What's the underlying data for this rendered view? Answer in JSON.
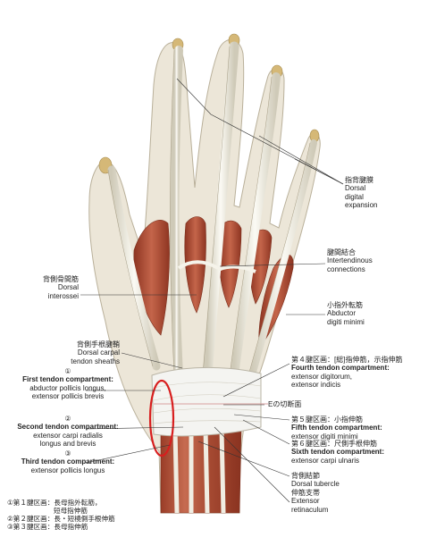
{
  "labels": {
    "dorsal_digital_expansion": {
      "ja": "指背腱膜",
      "en1": "Dorsal",
      "en2": "digital",
      "en3": "expansion"
    },
    "intertendinous_connections": {
      "ja": "腱間結合",
      "en1": "Intertendinous",
      "en2": "connections"
    },
    "dorsal_interossei": {
      "ja": "背側骨間筋",
      "en1": "Dorsal",
      "en2": "interossei"
    },
    "abductor_digiti_minimi": {
      "ja": "小指外転筋",
      "en1": "Abductor",
      "en2": "digiti minimi"
    },
    "dorsal_carpal_tendon_sheaths": {
      "ja": "背側手根腱鞘",
      "en1": "Dorsal carpal",
      "en2": "tendon sheaths"
    },
    "first_compartment": {
      "num": "①",
      "title": "First tendon compartment:",
      "l1": "abductor pollicis longus,",
      "l2": "extensor pollicis brevis"
    },
    "second_compartment": {
      "num": "②",
      "title": "Second tendon compartment:",
      "l1": "extensor carpi radialis",
      "l2": "longus and brevis"
    },
    "third_compartment": {
      "num": "③",
      "title": "Third tendon compartment:",
      "l1": "extensor pollicis longus"
    },
    "fourth_compartment": {
      "ja": "第４腱区画：[総]指伸筋，示指伸筋",
      "title": "Fourth tendon compartment:",
      "l1": "extensor digitorum,",
      "l2": "extensor indicis"
    },
    "cut_plane": {
      "text": "Eの切断面"
    },
    "fifth_compartment": {
      "ja": "第５腱区画：小指伸筋",
      "title": "Fifth tendon compartment:",
      "l1": "extensor digiti minimi"
    },
    "sixth_compartment": {
      "ja": "第６腱区画：尺側手根伸筋",
      "title": "Sixth tendon compartment:",
      "l1": "extensor carpi ulnaris"
    },
    "dorsal_tubercle": {
      "ja": "背側結節",
      "en": "Dorsal tubercle"
    },
    "extensor_retinaculum": {
      "ja": "伸筋支帯",
      "en1": "Extensor",
      "en2": "retinaculum"
    }
  },
  "legend": {
    "l1": "①第１腱区画：長母指外転筋，",
    "l2": "短母指伸筋",
    "l3": "②第２腱区画：長・短橈側手根伸筋",
    "l4": "③第３腱区画：長母指伸筋"
  },
  "colors": {
    "muscle": "#b5533a",
    "tendon": "#f1efe6",
    "bone": "#d9c08a",
    "retinaculum": "#f4f4f1",
    "highlight": "#d81e1e",
    "leader": "#333333"
  }
}
